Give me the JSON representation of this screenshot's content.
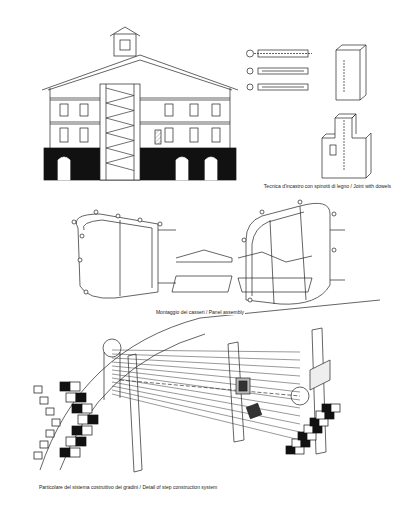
{
  "diagram": {
    "labels": [
      "Tecnica d'incastro con spinotti di legno / Joint with dowels",
      "Montaggio dei casseri / Panel assembly",
      "Particolare del sistema costruttivo dei gradini / Detail of step construction system"
    ]
  }
}
